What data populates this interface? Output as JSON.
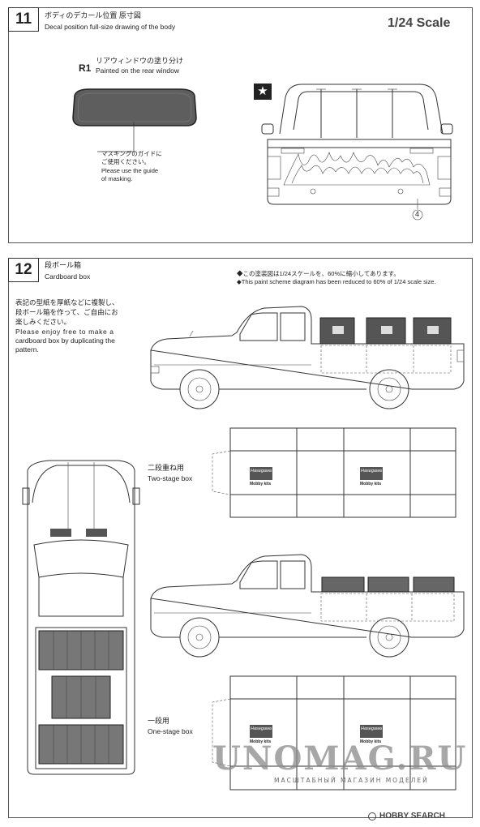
{
  "step11": {
    "number": "11",
    "title_jp": "ボディのデカール位置 原寸図",
    "title_en": "Decal position full-size drawing of the body",
    "scale": "1/24 Scale",
    "r1_label": "R1",
    "r1_jp": "リアウィンドウの塗り分け",
    "r1_en": "Painted on the rear window",
    "mask_jp_1": "マスキングのガイドに",
    "mask_jp_2": "ご使用ください。",
    "mask_en_1": "Please use the guide",
    "mask_en_2": "of masking.",
    "callout_4": "4",
    "star": "★"
  },
  "step12": {
    "number": "12",
    "title_jp": "段ボール箱",
    "title_en": "Cardboard box",
    "note_jp": "◆この塗装図は1/24スケールを、60%に縮小してあります。",
    "note_en": "◆This paint scheme diagram has been reduced to 60% of 1/24 scale size.",
    "desc_jp_1": "表記の型紙を厚紙などに複製し、",
    "desc_jp_2": "段ボール箱を作って、ご自由にお",
    "desc_jp_3": "楽しみください。",
    "desc_en_1": "Please enjoy free to make a",
    "desc_en_2": "cardboard box by duplicating the",
    "desc_en_3": "pattern.",
    "two_stage_jp": "二段重ね用",
    "two_stage_en": "Two-stage box",
    "one_stage_jp": "一段用",
    "one_stage_en": "One-stage box",
    "box_logo_text": "Hasegawa",
    "box_logo_sub": "Mobby kits"
  },
  "watermark": {
    "main": "UNOMAG.RU",
    "sub": "МАСШТАБНЫЙ МАГАЗИН МОДЕЛЕЙ"
  },
  "footer": {
    "brand": "HOBBY SEARCH"
  }
}
